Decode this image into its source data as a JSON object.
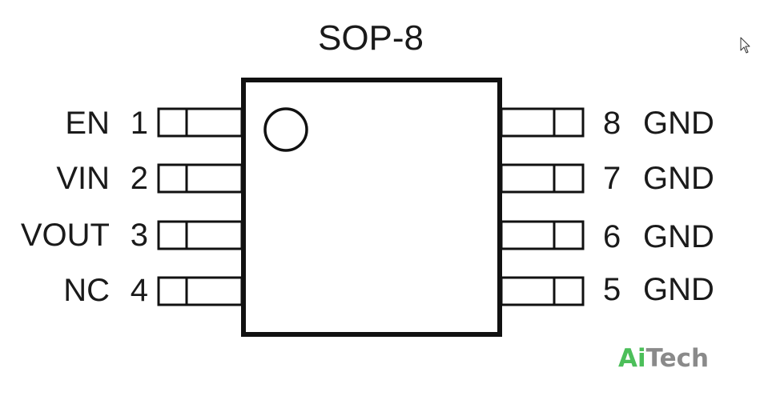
{
  "diagram": {
    "title": "SOP-8",
    "package_outline": "square",
    "pin1_marker": "circle",
    "pins": [
      {
        "number": "1",
        "name": "EN",
        "side": "left"
      },
      {
        "number": "2",
        "name": "VIN",
        "side": "left"
      },
      {
        "number": "3",
        "name": "VOUT",
        "side": "left"
      },
      {
        "number": "4",
        "name": "NC",
        "side": "left"
      },
      {
        "number": "5",
        "name": "GND",
        "side": "right"
      },
      {
        "number": "6",
        "name": "GND",
        "side": "right"
      },
      {
        "number": "7",
        "name": "GND",
        "side": "right"
      },
      {
        "number": "8",
        "name": "GND",
        "side": "right"
      }
    ]
  },
  "brand": {
    "part1": "Ai",
    "part2": "Tech",
    "part1_color": "#4cbf5a",
    "part2_color": "#8a8a8a"
  },
  "cursor": {
    "icon": "mouse-pointer-icon"
  },
  "colors": {
    "line": "#111111",
    "background": "#ffffff"
  }
}
